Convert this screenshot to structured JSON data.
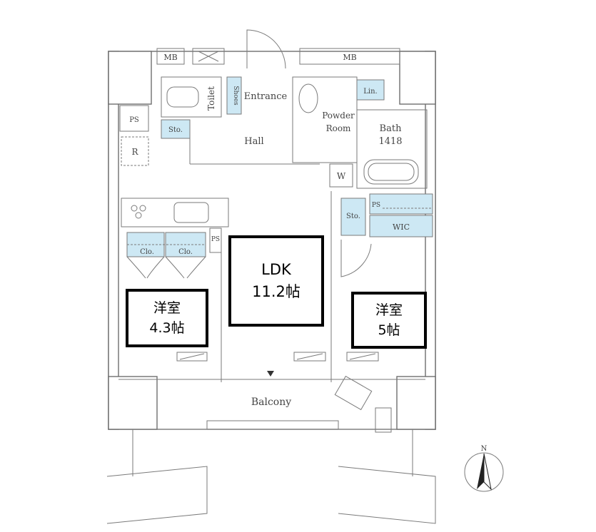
{
  "labels": {
    "mb_left": "MB",
    "mb_right": "MB",
    "toilet": "Toilet",
    "shoes": "Shoes",
    "entrance": "Entrance",
    "lin": "Lin.",
    "ps_left": "PS",
    "sto_hall": "Sto.",
    "hall": "Hall",
    "r": "R",
    "powder": "Powder",
    "room": "Room",
    "bath": "Bath",
    "bath_size": "1418",
    "w": "W",
    "ps_right": "PS",
    "sto_right": "Sto.",
    "wic": "WIC",
    "clo1": "Clo.",
    "clo2": "Clo.",
    "ps_small": "PS",
    "balcony": "Balcony",
    "north": "N"
  },
  "rooms": {
    "western_left": {
      "name": "洋室",
      "size": "4.3帖"
    },
    "ldk": {
      "name": "LDK",
      "size": "11.2帖"
    },
    "western_right": {
      "name": "洋室",
      "size": "5帖"
    }
  }
}
